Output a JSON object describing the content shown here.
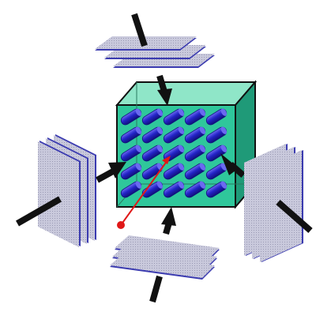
{
  "colors": {
    "background": "#ffffff",
    "cube_front": "#2fc79b",
    "cube_top": "#8fe6c8",
    "cube_side": "#1f9a78",
    "cube_edge": "#111111",
    "rod": "#2424c8",
    "rod_highlight": "#6a6af0",
    "rod_shadow": "#10107a",
    "plate_face": "#c9c9dc",
    "plate_edge": "#3b3bb0",
    "arrow": "#111111",
    "director_arrow": "#e01818"
  },
  "diagram": {
    "rod_grid": {
      "rows": 5,
      "columns": 5
    },
    "plate_stacks": [
      {
        "name": "top",
        "plates": 3,
        "orientation": "horizontal"
      },
      {
        "name": "bottom",
        "plates": 3,
        "orientation": "horizontal"
      },
      {
        "name": "left",
        "plates": 3,
        "orientation": "vertical"
      },
      {
        "name": "right",
        "plates": 3,
        "orientation": "vertical"
      }
    ],
    "force_arrows": [
      "from-top",
      "from-bottom",
      "from-left",
      "from-right"
    ],
    "director_vector": {
      "from": "origin-dot",
      "to": "cube-center"
    }
  }
}
